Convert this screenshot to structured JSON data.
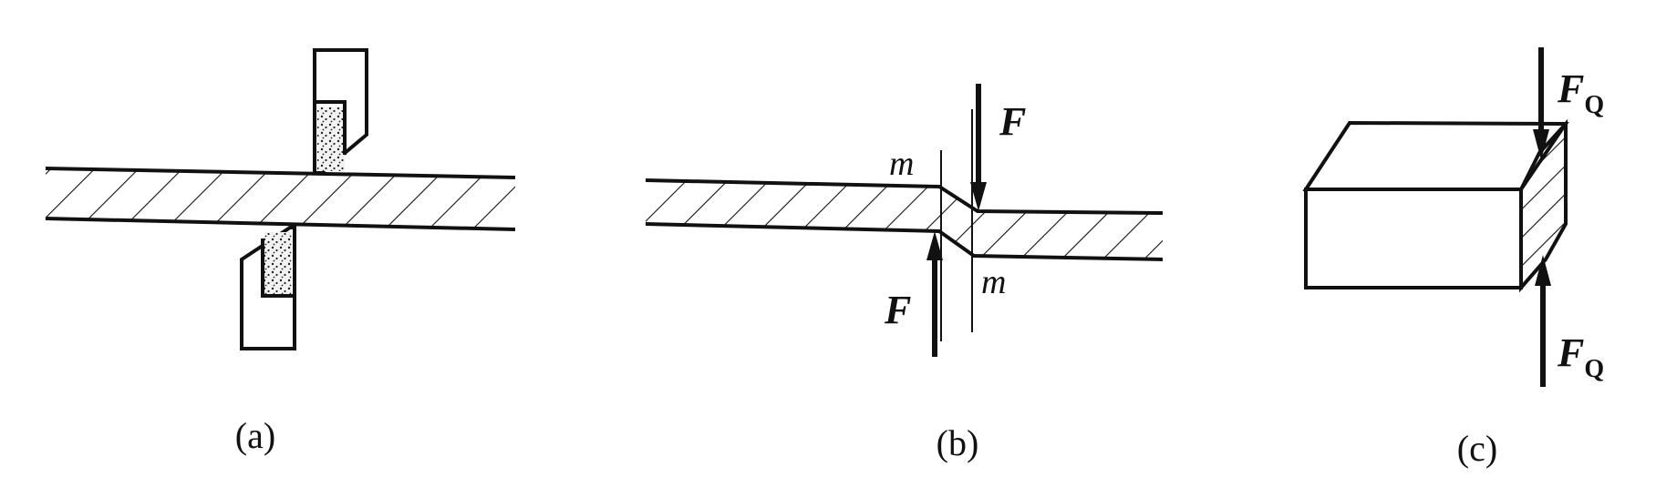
{
  "panels": [
    {
      "id": "a",
      "caption": "(a)"
    },
    {
      "id": "b",
      "caption": "(b)",
      "force_label": "F",
      "section_label": "m"
    },
    {
      "id": "c",
      "caption": "(c)",
      "force_label": "F",
      "force_subscript": "Q"
    }
  ]
}
